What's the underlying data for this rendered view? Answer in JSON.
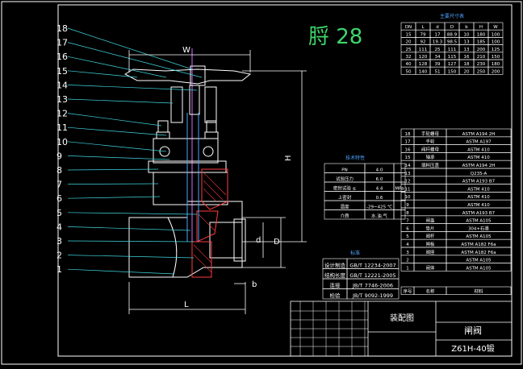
{
  "sheet": {
    "stamp": "脟 28",
    "dimensions": {
      "w": "W",
      "h": "H",
      "l": "L",
      "d_small": "d",
      "d_big": "D",
      "b": "b"
    },
    "part_numbers": [
      "18",
      "17",
      "16",
      "15",
      "14",
      "13",
      "12",
      "11",
      "10",
      "9",
      "8",
      "7",
      "6",
      "5",
      "4",
      "3",
      "2",
      "1"
    ]
  },
  "size_table": {
    "title": "主要尺寸表",
    "headers": [
      "DN",
      "L",
      "d",
      "D",
      "b",
      "H",
      "W"
    ],
    "rows": [
      [
        "15",
        "79",
        "17",
        "88.9",
        "10",
        "180",
        "100"
      ],
      [
        "20",
        "92",
        "19.3",
        "98.5",
        "13",
        "185",
        "100"
      ],
      [
        "25",
        "111",
        "25",
        "111",
        "13",
        "200",
        "125"
      ],
      [
        "32",
        "120",
        "34",
        "115",
        "16",
        "210",
        "150"
      ],
      [
        "40",
        "128",
        "39",
        "127",
        "18",
        "230",
        "180"
      ],
      [
        "50",
        "140",
        "51",
        "150",
        "20",
        "250",
        "200"
      ]
    ]
  },
  "tech_table": {
    "title": "技术特性",
    "rows": [
      [
        "PN",
        "4.0",
        ""
      ],
      [
        "试验压力",
        "6.0",
        ""
      ],
      [
        "密封试验 ≤",
        "4.4",
        "MPa"
      ],
      [
        "上密封",
        "0.6",
        ""
      ],
      [
        "温度",
        "-29~425 ℃",
        ""
      ],
      [
        "介质",
        "水.油.气",
        ""
      ]
    ]
  },
  "standards_table": {
    "title": "标准",
    "rows": [
      [
        "设计制造",
        "GB/T 12234-2007"
      ],
      [
        "结构长度",
        "GB/T 12221-2005"
      ],
      [
        "连接",
        "JB/T 7746-2006"
      ],
      [
        "检验",
        "JB/T 9092-1999"
      ]
    ]
  },
  "parts_list": {
    "rows": [
      [
        "18",
        "手轮螺母",
        "ASTM A194 2H"
      ],
      [
        "17",
        "手轮",
        "ASTM A197"
      ],
      [
        "16",
        "阀杆螺母",
        "ASTM 410"
      ],
      [
        "15",
        "轴承",
        "ASTM 410"
      ],
      [
        "14",
        "填料压盖",
        "ASTM A194 2H"
      ],
      [
        "13",
        "",
        "Q235-A"
      ],
      [
        "12",
        "",
        "ASTM A193 B7"
      ],
      [
        "11",
        "",
        "ASTM 410"
      ],
      [
        "10",
        "",
        "ASTM 410"
      ],
      [
        "9",
        "",
        "ASTM 410"
      ],
      [
        "8",
        "",
        "ASTM A193 B7"
      ],
      [
        "7",
        "阀盖",
        "ASTM A105"
      ],
      [
        "6",
        "垫片",
        "304+石墨"
      ],
      [
        "5",
        "阀杆",
        "ASTM A105"
      ],
      [
        "4",
        "闸板",
        "ASTM A182 F6a"
      ],
      [
        "3",
        "阀座",
        "ASTM A182 F6a"
      ],
      [
        "2",
        "",
        "ASTM A105"
      ],
      [
        "1",
        "阀体",
        "ASTM A105"
      ]
    ],
    "header": [
      "序号",
      "名称",
      "材料"
    ]
  },
  "title_block": {
    "drawing_type": "装配图",
    "name": "闸阀",
    "code": "Z61H-40锻"
  }
}
